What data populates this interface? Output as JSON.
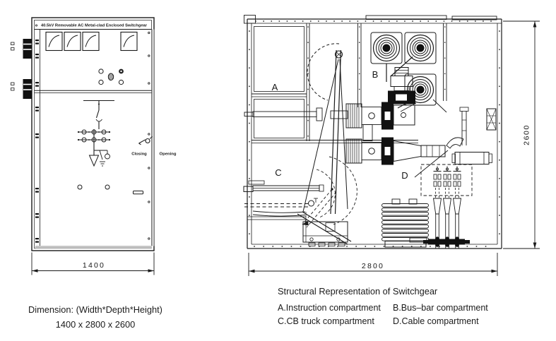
{
  "front_view": {
    "title": "40.5kV Removable AC Metal-clad Enclosed Switchgear",
    "closing_label": "Closing",
    "opening_label": "Opening",
    "width_dim": "1400"
  },
  "side_view": {
    "label_a": "A",
    "label_b": "B",
    "label_c": "C",
    "label_d": "D",
    "height_dim": "2600",
    "depth_dim": "2800"
  },
  "captions": {
    "dimension_title": "Dimension: (Width*Depth*Height)",
    "dimension_value": "1400 x 2800 x 2600",
    "structural_title": "Structural Representation of Switchgear",
    "legend": [
      "A.Instruction compartment",
      "B.Bus–bar compartment",
      "C.CB truck compartment",
      "D.Cable compartment"
    ]
  },
  "colors": {
    "line": "#1a1a1a",
    "background": "#ffffff"
  }
}
